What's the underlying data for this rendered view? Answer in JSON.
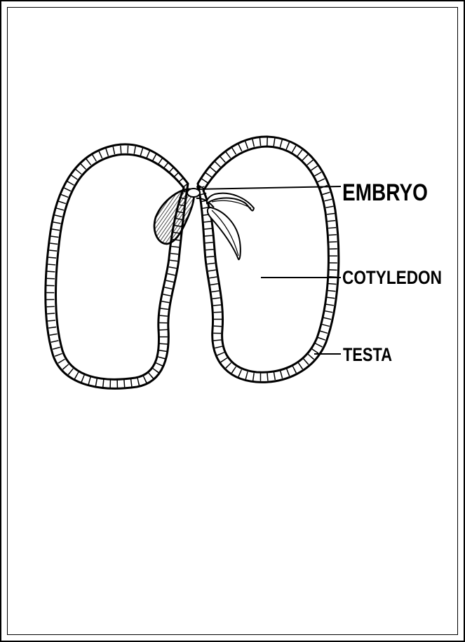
{
  "labels": {
    "embryo": "EMBRYO",
    "cotyledon": "COTYLEDON",
    "testa": "TESTA"
  },
  "colors": {
    "ink": "#000000",
    "paper": "#ffffff"
  }
}
